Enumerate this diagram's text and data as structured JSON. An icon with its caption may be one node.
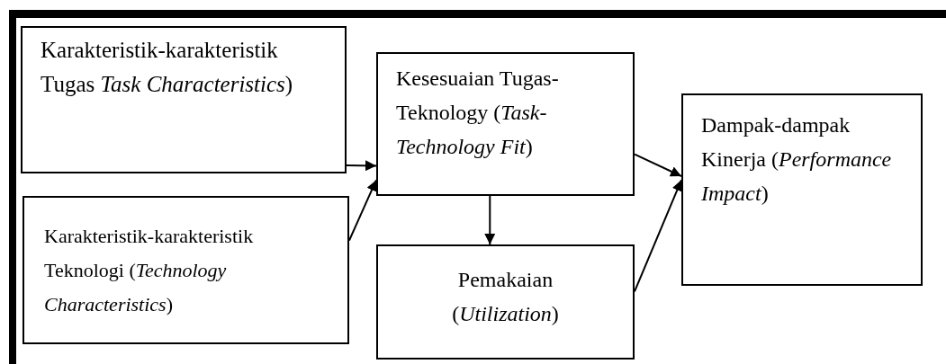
{
  "diagram": {
    "nodes": [
      {
        "text": [
          "Karakteristik-karakteristik Tugas *Task Characteristics*)"
        ]
      },
      {
        "text": [
          "Karakteristik-karakteristik Teknologi  (*Technology Characteristics*)"
        ]
      },
      {
        "text": [
          "Kesesuaian Tugas-Teknology (*Task-Technology Fit*)"
        ]
      },
      {
        "text": [
          "Pemakaian (*Utilization*)"
        ]
      },
      {
        "text": [
          "Dampak-dampak Kinerja (*Performance Impact*)"
        ]
      }
    ],
    "edges": [
      {
        "from": 0,
        "to": 2,
        "arrow": "to"
      },
      {
        "from": 1,
        "to": 2,
        "arrow": "to"
      },
      {
        "from": 2,
        "to": 3,
        "arrow": "to"
      },
      {
        "from": 2,
        "to": 4,
        "arrow": "to"
      },
      {
        "from": 3,
        "to": 4,
        "arrow": "to"
      }
    ]
  }
}
